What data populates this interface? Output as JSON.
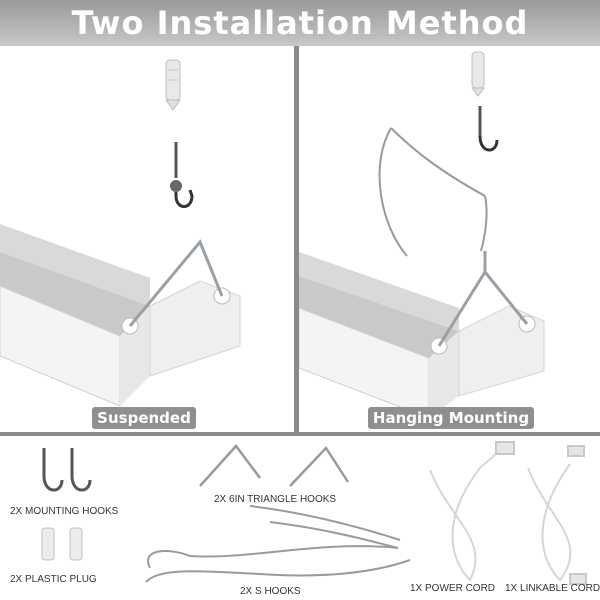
{
  "header": {
    "title": "Two Installation Method"
  },
  "methods": [
    {
      "label": "Suspended"
    },
    {
      "label": "Hanging Mounting"
    }
  ],
  "accessories": {
    "mounting_hooks": "2X MOUNTING HOOKS",
    "plastic_plug": "2X PLASTIC PLUG",
    "triangle_hooks": "2X 6IN TRIANGLE HOOKS",
    "s_hooks": "2X S HOOKS",
    "power_cord": "1X POWER CORD",
    "linkable_cord": "1X LINKABLE CORD"
  },
  "icons": [
    "wall-anchor-icon",
    "screw-hook-icon",
    "chain-icon",
    "triangle-hook-icon",
    "s-hook-icon",
    "power-cord-icon",
    "linkable-cord-icon",
    "shop-light-fixture"
  ]
}
